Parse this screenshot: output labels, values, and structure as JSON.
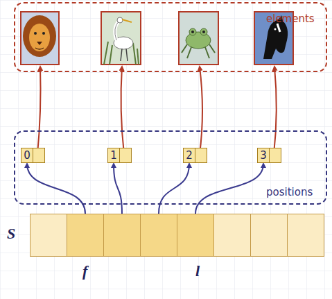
{
  "diagram": {
    "nodes": [
      {
        "text": [
          "elements"
        ]
      },
      {
        "text": [
          "positions"
        ]
      },
      {
        "text": [
          "0"
        ],
        "in": 1
      },
      {
        "text": [
          "1"
        ],
        "in": 1
      },
      {
        "text": [
          "2"
        ],
        "in": 1
      },
      {
        "text": [
          "3"
        ],
        "in": 1
      },
      {
        "text": [
          "S"
        ]
      }
    ],
    "edges": [
      {
        "from": 6,
        "to": 2,
        "arrow": "to"
      },
      {
        "from": 6,
        "to": 3,
        "arrow": "to"
      },
      {
        "from": 6,
        "to": 4,
        "arrow": "to"
      },
      {
        "from": 6,
        "to": 5,
        "arrow": "to"
      }
    ],
    "labels": [
      "f",
      "l"
    ]
  }
}
